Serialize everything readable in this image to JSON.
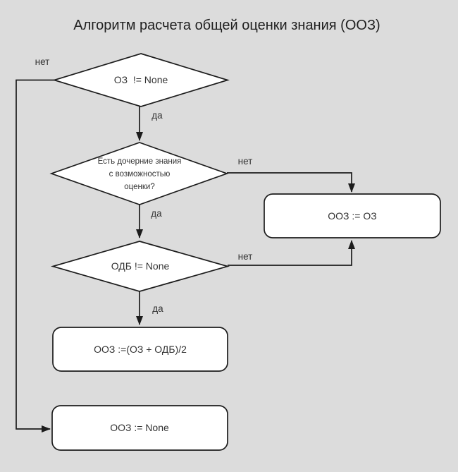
{
  "title": "Алгоритм расчета общей оценки знания (ООЗ)",
  "colors": {
    "background": "#dcdcdc",
    "node_fill": "#ffffff",
    "stroke": "#1c1c1c",
    "text": "#333333"
  },
  "nodes": {
    "decision_oz": {
      "label": "ОЗ  != None"
    },
    "decision_children": {
      "lines": [
        "Есть дочерние знания",
        "с возможностью",
        "оценки?"
      ]
    },
    "decision_odb": {
      "label": "ОДБ != None"
    },
    "process_assign_oz": {
      "label": "ООЗ := ОЗ"
    },
    "process_assign_avg": {
      "label": "ООЗ :=(ОЗ + ОДБ)/2"
    },
    "process_assign_none": {
      "label": "ООЗ := None"
    }
  },
  "edges": {
    "oz_no": {
      "label": "нет"
    },
    "oz_yes": {
      "label": "да"
    },
    "children_no": {
      "label": "нет"
    },
    "children_yes": {
      "label": "да"
    },
    "odb_no": {
      "label": "нет"
    },
    "odb_yes": {
      "label": "да"
    }
  }
}
